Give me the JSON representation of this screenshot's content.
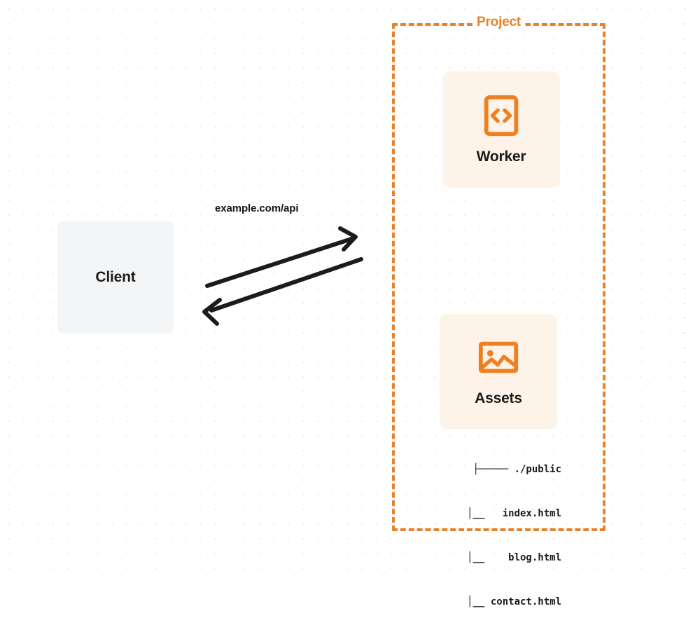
{
  "diagram": {
    "title": "Project",
    "background": {
      "style": "dot-grid",
      "dot_color": "#ececed",
      "page_color": "#ffffff"
    },
    "colors": {
      "accent_orange": "#e8822a",
      "card_fill": "#fdf3e8",
      "client_fill": "#f4f5f7",
      "text_dark": "#1b1b1b",
      "arrow": "#1b1b1b"
    },
    "client": {
      "label": "Client"
    },
    "connection": {
      "label": "example.com/api",
      "direction": "bidirectional"
    },
    "nodes": [
      {
        "id": "worker",
        "label": "Worker",
        "icon": "code-brackets-icon"
      },
      {
        "id": "assets",
        "label": "Assets",
        "icon": "image-picture-icon"
      }
    ],
    "file_tree": {
      "rows": [
        {
          "branch": "├─────",
          "name": "./public"
        },
        {
          "branch": "│──",
          "name": "index.html"
        },
        {
          "branch": "│──",
          "name": "blog.html"
        },
        {
          "branch": "│──",
          "name": "contact.html"
        }
      ],
      "lines": [
        "├───── ./public",
        "      │__   index.html",
        "      │__    blog.html",
        "      │__ contact.html"
      ]
    }
  }
}
